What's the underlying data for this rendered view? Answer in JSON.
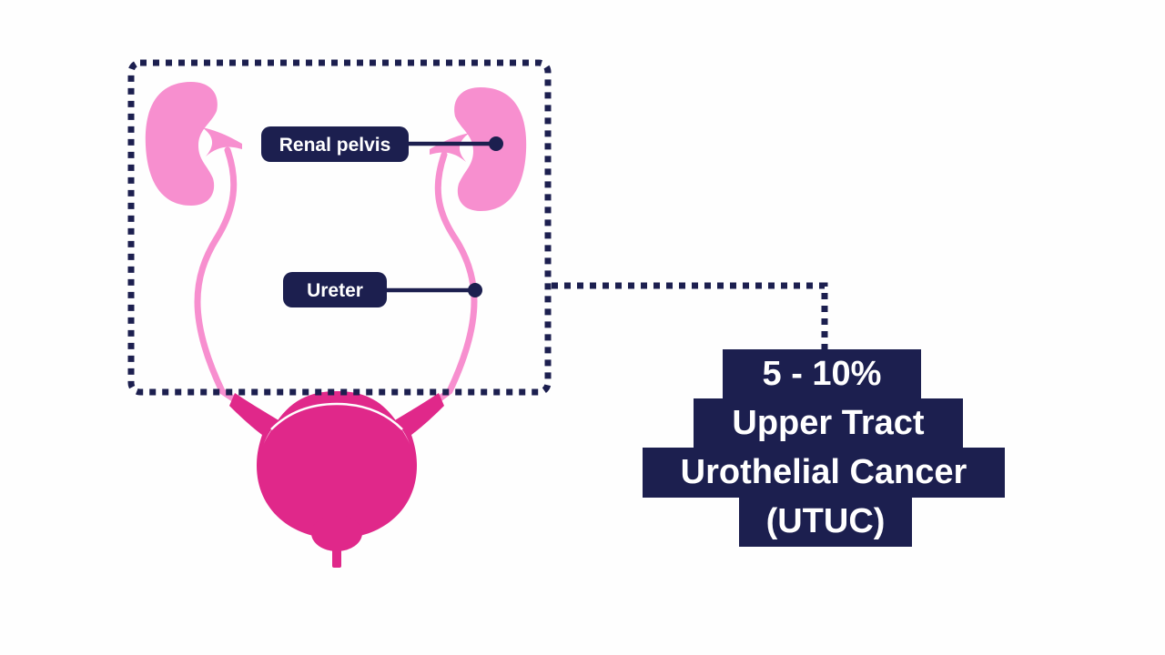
{
  "labels": {
    "renal_pelvis": "Renal pelvis",
    "ureter": "Ureter"
  },
  "callout": {
    "lines": [
      "5 - 10%",
      "Upper Tract",
      "Urothelial Cancer",
      "(UTUC)"
    ]
  },
  "colors": {
    "navy": "#1c1f4f",
    "kidney_pink": "#f78fcf",
    "bladder_magenta": "#e0288a",
    "background": "#fefefe"
  }
}
